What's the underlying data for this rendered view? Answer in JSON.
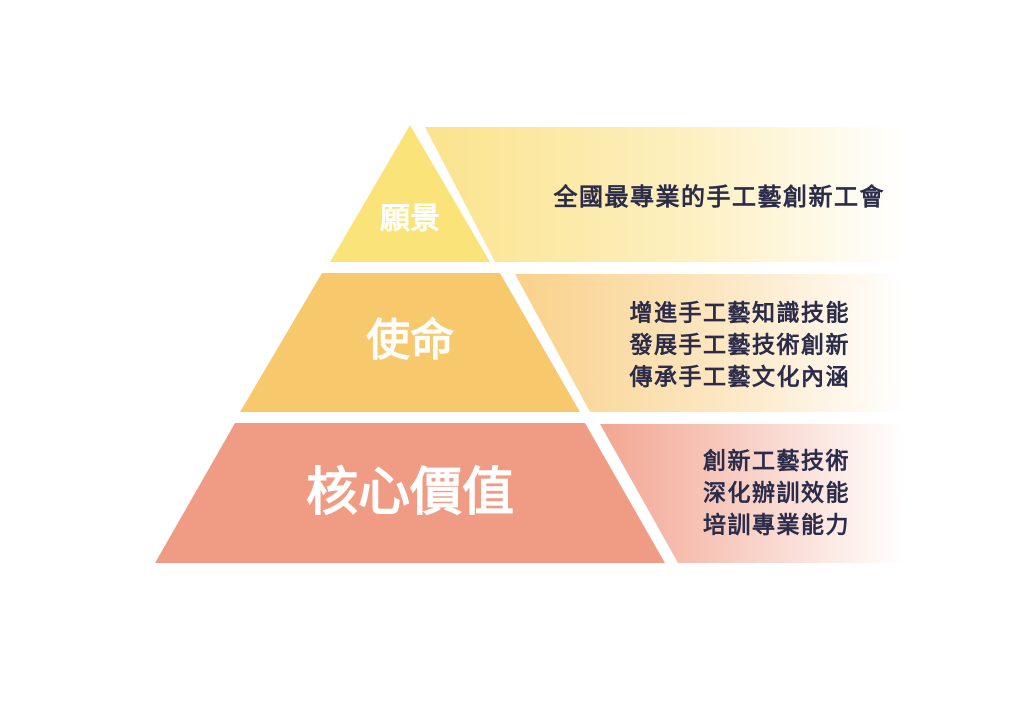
{
  "tiers": [
    {
      "id": "vision",
      "label": "願景",
      "color": "#fae47a",
      "band_color": "#fbe38d",
      "lines": [
        "全國最專業的手工藝創新工會"
      ]
    },
    {
      "id": "mission",
      "label": "使命",
      "color": "#f7c86c",
      "band_color": "#f9d18a",
      "lines": [
        "增進手工藝知識技能",
        "發展手工藝技術創新",
        "傳承手工藝文化內涵"
      ]
    },
    {
      "id": "core-values",
      "label": "核心價值",
      "color": "#f09c84",
      "band_color": "#f2a591",
      "lines": [
        "創新工藝技術",
        "深化辦訓效能",
        "培訓專業能力"
      ]
    }
  ],
  "text_color": "#2b2b4a"
}
